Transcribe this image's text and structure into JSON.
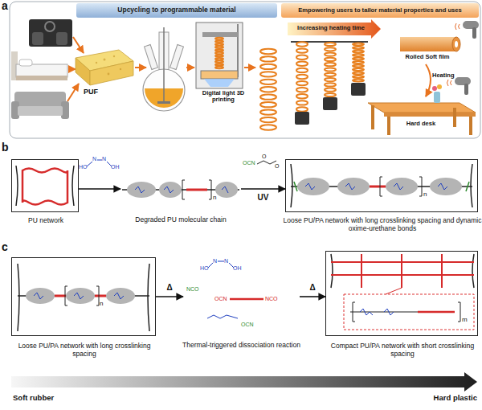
{
  "diagram": {
    "nodes": [
      {
        "text": [
          "Upcycling to programmable material"
        ]
      },
      {
        "text": [
          "Empowering users to tailor material properties and uses"
        ]
      },
      {
        "text": [
          "PU network"
        ]
      },
      {
        "text": [
          "Degraded PU molecular chain"
        ]
      },
      {
        "text": [
          "Loose PU/PA network with long crosslinking spacing and dynamic oxime-urethane bonds"
        ]
      },
      {
        "text": [
          "Loose PU/PA network with long crosslinking spacing"
        ]
      },
      {
        "text": [
          "Thermal-triggered dissociation reaction"
        ]
      },
      {
        "text": [
          "Compact PU/PA network with short crosslinking spacing"
        ]
      }
    ],
    "edges": [
      {
        "from": 2,
        "to": 3,
        "arrow": "to"
      },
      {
        "from": 3,
        "to": 4,
        "label": "UV",
        "arrow": "to"
      },
      {
        "from": 5,
        "to": 6,
        "label": "Δ",
        "arrow": "to"
      },
      {
        "from": 6,
        "to": 7,
        "label": "Δ",
        "arrow": "to"
      }
    ],
    "labels": [
      "a",
      "PUF",
      "Digital light 3D printing",
      "Increasing heating time",
      "Rolled Soft film",
      "Heating",
      "Hard desk",
      "b",
      "HO",
      "N",
      "N",
      "OH",
      "n",
      "OCN",
      "O",
      "O",
      "n",
      "c",
      "n",
      "HO",
      "N",
      "N",
      "OH",
      "NCO",
      "OCN",
      "NCO",
      "OCN",
      "m",
      "Soft rubber",
      "Hard plastic"
    ]
  }
}
